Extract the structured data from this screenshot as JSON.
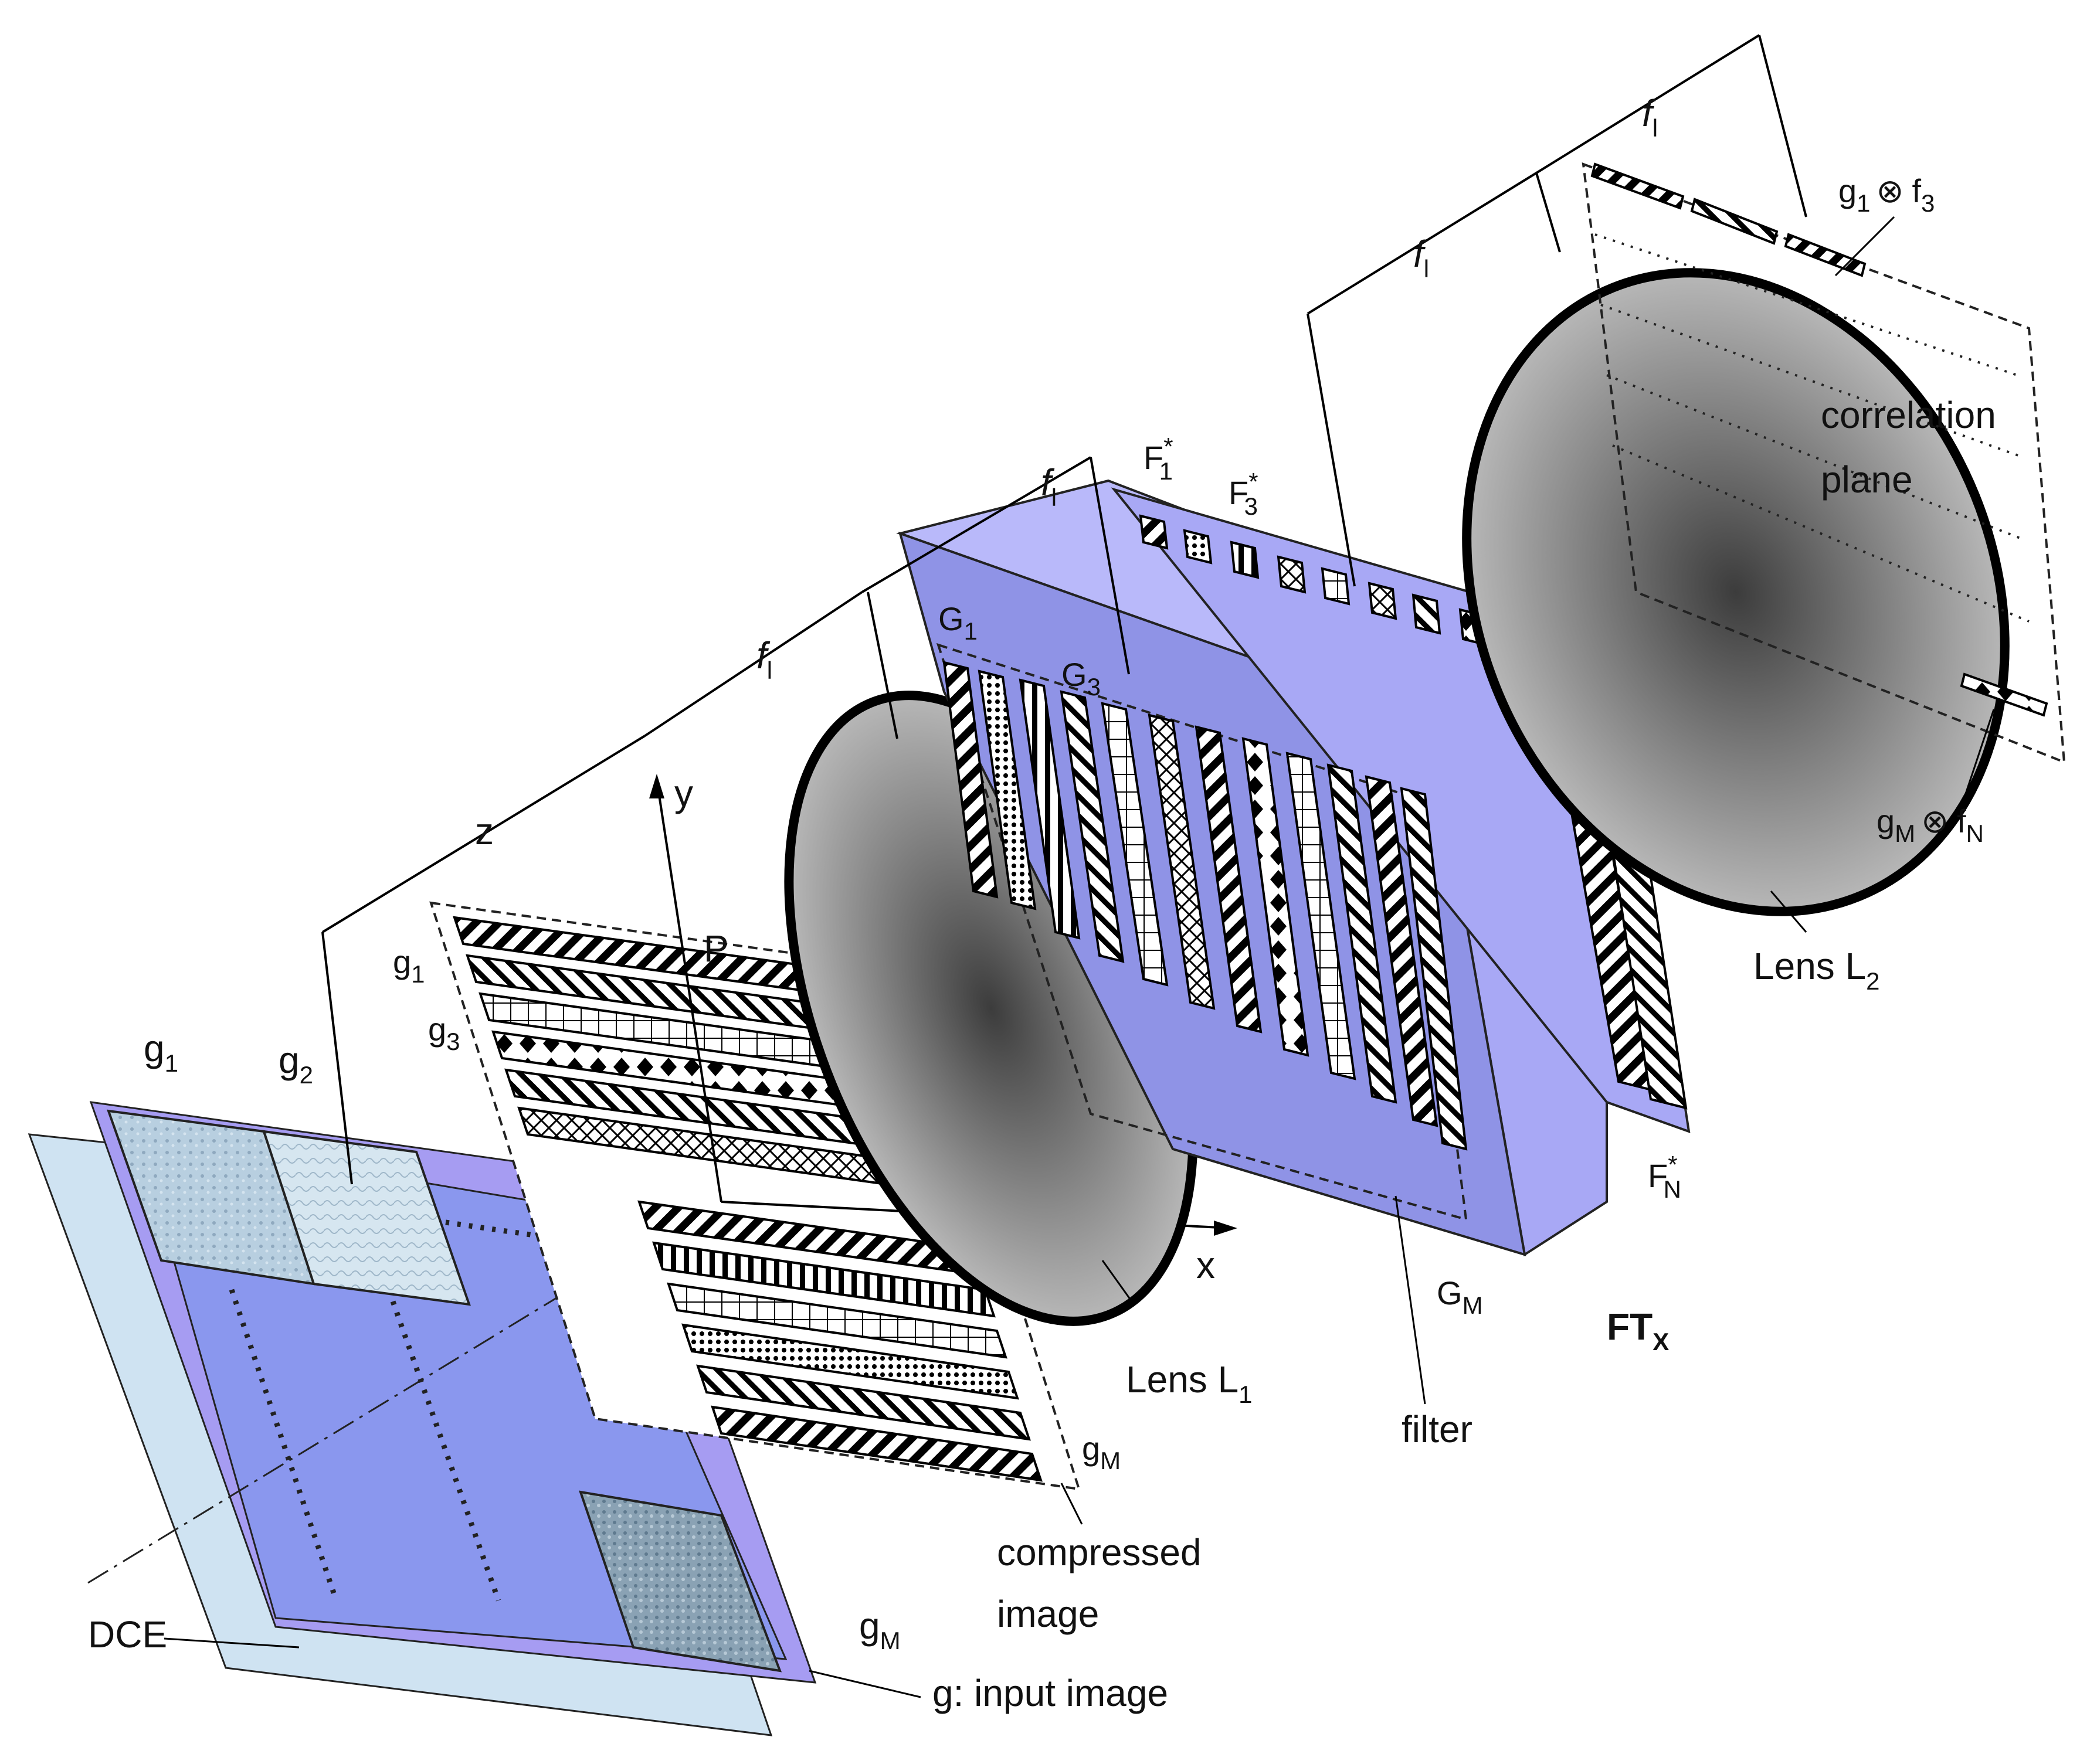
{
  "labels": {
    "dce": "DCE",
    "input_image": "g: input image",
    "compressed_line1": "compressed",
    "compressed_line2": "image",
    "lens1": "Lens L",
    "lens1_sub": "1",
    "lens2": "Lens L",
    "lens2_sub": "2",
    "filter": "filter",
    "ft": "FT",
    "ft_sub": "X",
    "correlation_line1": "correlation",
    "correlation_line2": "plane",
    "axis_x": "x",
    "axis_y": "y",
    "axis_z": "z",
    "point_p": "P",
    "focal": "f",
    "focal_sub": "l",
    "g1": "g",
    "g1_sub": "1",
    "g2": "g",
    "g2_sub": "2",
    "gM": "g",
    "gM_sub": "M",
    "g1t": "g",
    "g1t_sub": "1",
    "g3t": "g",
    "g3t_sub": "3",
    "gMt": "g",
    "gMt_sub": "M",
    "G1": "G",
    "G1_sub": "1",
    "G3": "G",
    "G3_sub": "3",
    "GM": "G",
    "GM_sub": "M",
    "F1": "F",
    "F1_sub": "1",
    "F1_sup": "*",
    "F3": "F",
    "F3_sub": "3",
    "F3_sup": "*",
    "FN": "F",
    "FN_sub": "N",
    "FN_sup": "*",
    "corr1": "g",
    "corr1_sub": "1",
    "corr1_op": "⊗",
    "corr1_f": "f",
    "corr1_fsub": "3",
    "corr2": "g",
    "corr2_sub": "M",
    "corr2_op": "⊗",
    "corr2_f": "f",
    "corr2_fsub": "N",
    "tilde": "~"
  },
  "colors": {
    "dce_plane": "#cfe3f2",
    "input_plane": "#8a97ee",
    "input_plane_edge": "#a69cf2",
    "filter_front": "#8f93e6",
    "filter_side": "#a8a8f5",
    "filter_top": "#b9b9fa",
    "lens_dark": "#4a4a4a",
    "lens_light": "#c9c9c9"
  }
}
